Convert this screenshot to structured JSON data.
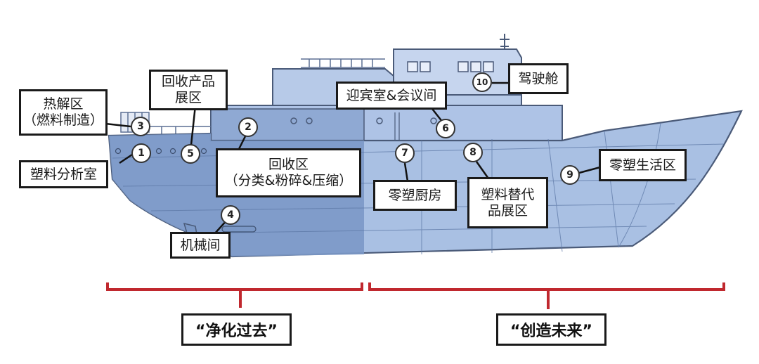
{
  "markers": [
    "1",
    "2",
    "3",
    "4",
    "5",
    "6",
    "7",
    "8",
    "9",
    "10"
  ],
  "callouts": {
    "pyrolysis": [
      "热解区",
      "（燃料制造）"
    ],
    "recycled_products": [
      "回收产品",
      "展区"
    ],
    "plastic_analysis": [
      "塑料分析室"
    ],
    "recycling": [
      "回收区",
      "（分类&粉碎&压缩）"
    ],
    "machinery": [
      "机械间"
    ],
    "reception": [
      "迎宾室&会议间"
    ],
    "bridge": [
      "驾驶舱"
    ],
    "kitchen": [
      "零塑厨房"
    ],
    "alternatives": [
      "塑料替代",
      "品展区"
    ],
    "living": [
      "零塑生活区"
    ]
  },
  "sections": {
    "past": "“净化过去”",
    "future": "“创造未来”"
  },
  "colors": {
    "hull_dark": "#7b98c6",
    "hull_light": "#a9c0e3",
    "bracket": "#c0282e",
    "outline": "#1a1a1a"
  }
}
